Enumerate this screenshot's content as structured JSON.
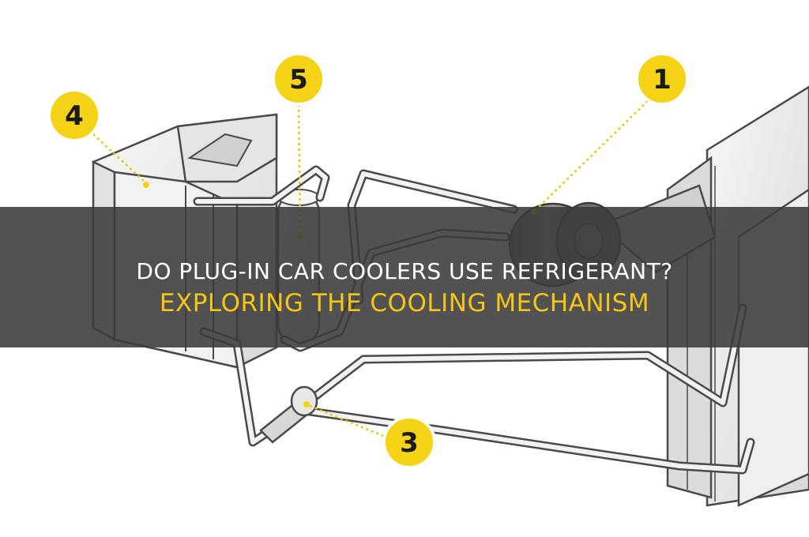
{
  "title": {
    "line1": "DO PLUG-IN CAR COOLERS USE REFRIGERANT?",
    "line2": "EXPLORING THE COOLING MECHANISM"
  },
  "callouts": [
    {
      "id": "1",
      "label": "1"
    },
    {
      "id": "2",
      "label": "3"
    },
    {
      "id": "3",
      "label": "4"
    },
    {
      "id": "4",
      "label": "5"
    }
  ],
  "colors": {
    "callout_fill": "#f5d316",
    "callout_ring": "#ffffff",
    "leader_line": "#e8c80c",
    "part_outline": "#4a4a4a",
    "part_fill": "#e9e9e9",
    "banner": "#3a3a3a",
    "title_line1": "#ffffff",
    "title_line2": "#f5c518"
  }
}
